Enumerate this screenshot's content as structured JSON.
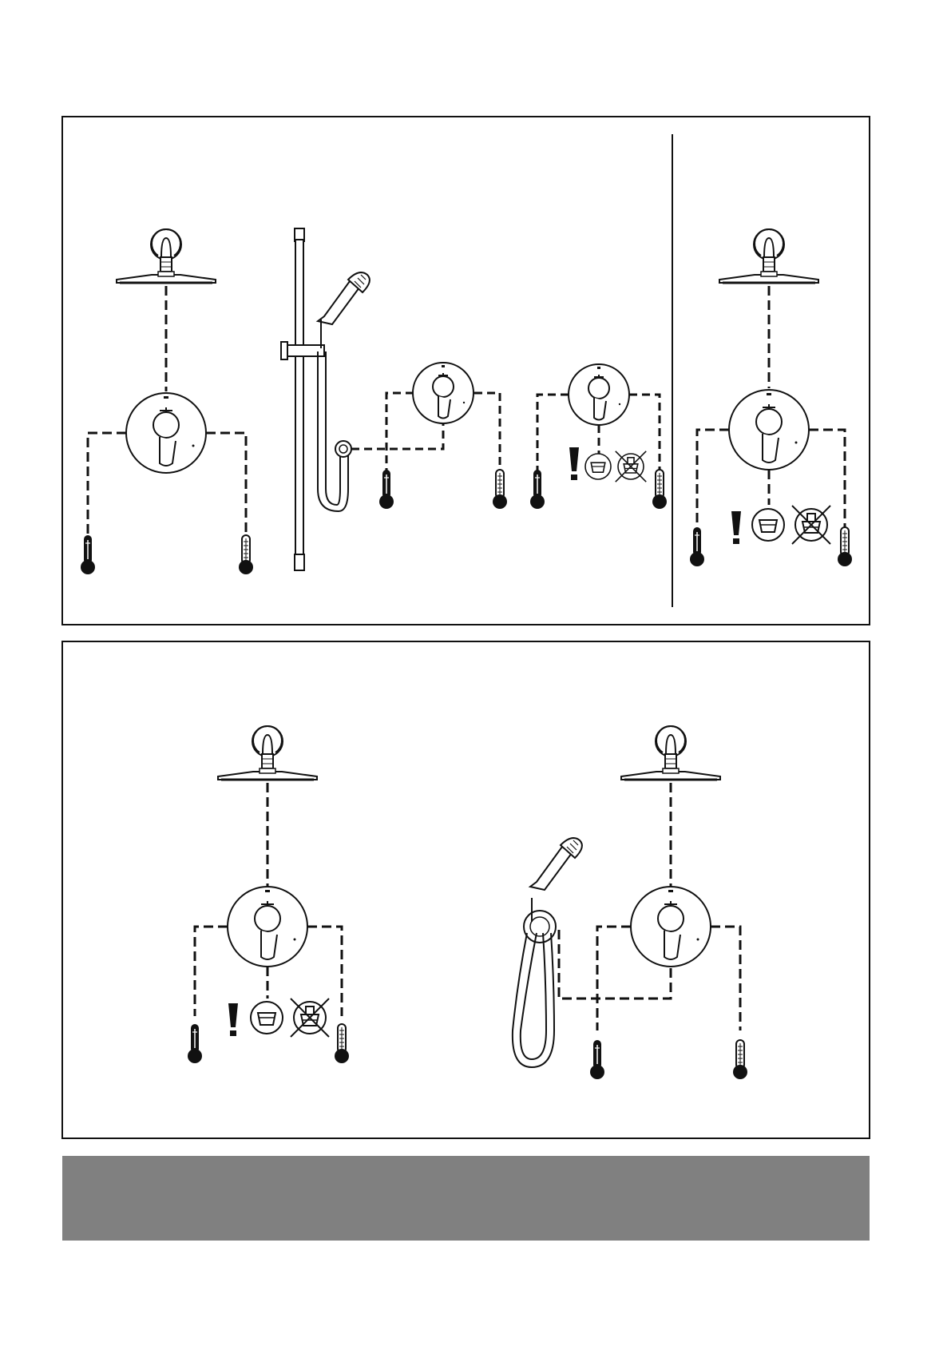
{
  "colors": {
    "line": "#111111",
    "gray_band": "#808080",
    "background": "#ffffff"
  },
  "panels": [
    {
      "id": "top",
      "diagrams": [
        "overhead-shower-mixer",
        "slide-bar-hand-shower-mixer",
        "mixer-with-stop-valve",
        "overhead-shower-mixer-with-stop-valve"
      ]
    },
    {
      "id": "bottom",
      "diagrams": [
        "overhead-shower-mixer-with-stop-valve",
        "overhead-and-hand-shower-mixer"
      ]
    }
  ],
  "icons": [
    "hot-water-thermometer-icon",
    "cold-water-thermometer-icon",
    "warning-exclamation-icon",
    "stop-valve-cartridge-icon",
    "crossed-out-cartridge-icon"
  ]
}
